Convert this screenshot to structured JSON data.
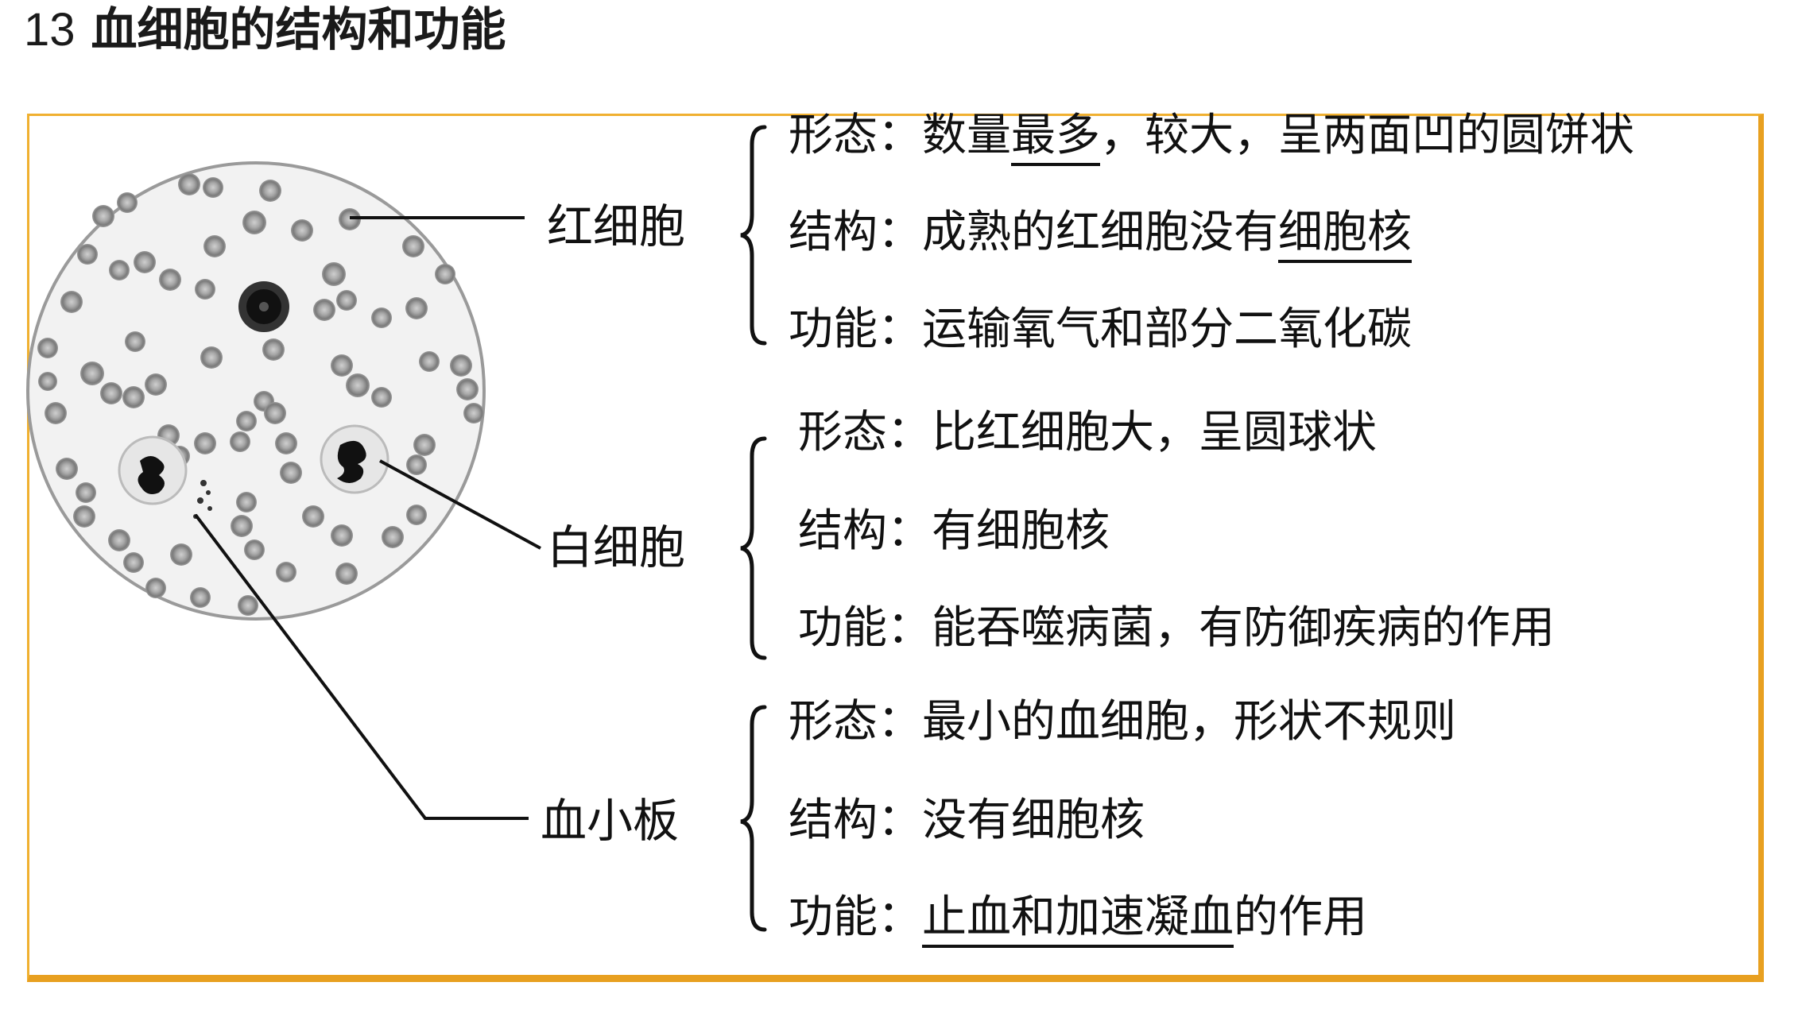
{
  "title": {
    "number": "13",
    "text": "血细胞的结构和功能"
  },
  "labels": {
    "rbc": "红细胞",
    "wbc": "白细胞",
    "platelet": "血小板"
  },
  "groups": {
    "rbc": [
      {
        "key": "形态",
        "sep": "：",
        "pre": "数量",
        "ul": "最多",
        "post": "，较大，呈两面凹的圆饼状"
      },
      {
        "key": "结构",
        "sep": "：",
        "pre": "成熟的红细胞没有",
        "ul": "细胞核",
        "post": ""
      },
      {
        "key": "功能",
        "sep": "：",
        "pre": "运输氧气和部分二氧化碳",
        "ul": "",
        "post": ""
      }
    ],
    "wbc": [
      {
        "key": "形态",
        "sep": "：",
        "pre": "比红细胞大，呈圆球状",
        "ul": "",
        "post": ""
      },
      {
        "key": "结构",
        "sep": "：",
        "pre": "有细胞核",
        "ul": "",
        "post": ""
      },
      {
        "key": "功能",
        "sep": "：",
        "pre": "能吞噬病菌，有防御疾病的作用",
        "ul": "",
        "post": ""
      }
    ],
    "platelet": [
      {
        "key": "形态",
        "sep": "：",
        "pre": "最小的血细胞，形状不规则",
        "ul": "",
        "post": ""
      },
      {
        "key": "结构",
        "sep": "：",
        "pre": "没有细胞核",
        "ul": "",
        "post": ""
      },
      {
        "key": "功能",
        "sep": "：",
        "pre": "",
        "ul": "止血和加速凝血",
        "post": "的作用"
      }
    ]
  },
  "colors": {
    "frame": "#e8a020"
  }
}
